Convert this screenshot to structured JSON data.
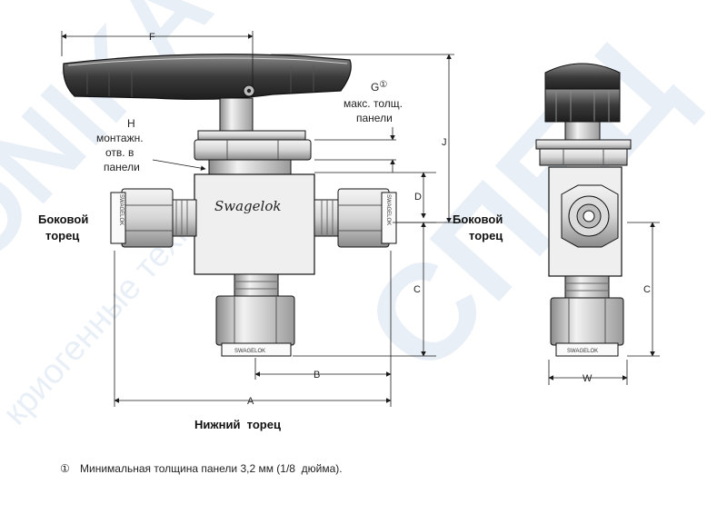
{
  "dimensions": {
    "a": "A",
    "b": "B",
    "c_front": "C",
    "c_side": "C",
    "d": "D",
    "f": "F",
    "g": "G",
    "g_mark": "①",
    "j": "J",
    "w": "W"
  },
  "labels": {
    "h_letter": "H",
    "h_line1": "монтажн.",
    "h_line2": "отв. в",
    "h_line3": "панели",
    "g_line1": "макс. толщ.",
    "g_line2": "панели",
    "side_port_left_1": "Боковой",
    "side_port_left_2": "торец",
    "side_port_right_1": "Боковой",
    "side_port_right_2": "торец",
    "bottom_port": "Нижний  торец"
  },
  "brand": {
    "body_logo": "Swagelok",
    "nut_text": "SWAGELOK"
  },
  "footnote": {
    "marker": "①",
    "text": "Минимальная толщина панели 3,2 мм (1/8  дюйма)."
  },
  "watermark": {
    "big": "СПЕЦ",
    "big2": "ONIKA",
    "small": "криогенные технологии"
  },
  "colors": {
    "line": "#1a1a1a",
    "metal": "#e6e6e6",
    "metal_dark": "#9a9a9a",
    "watermark": "#2c6db0"
  }
}
